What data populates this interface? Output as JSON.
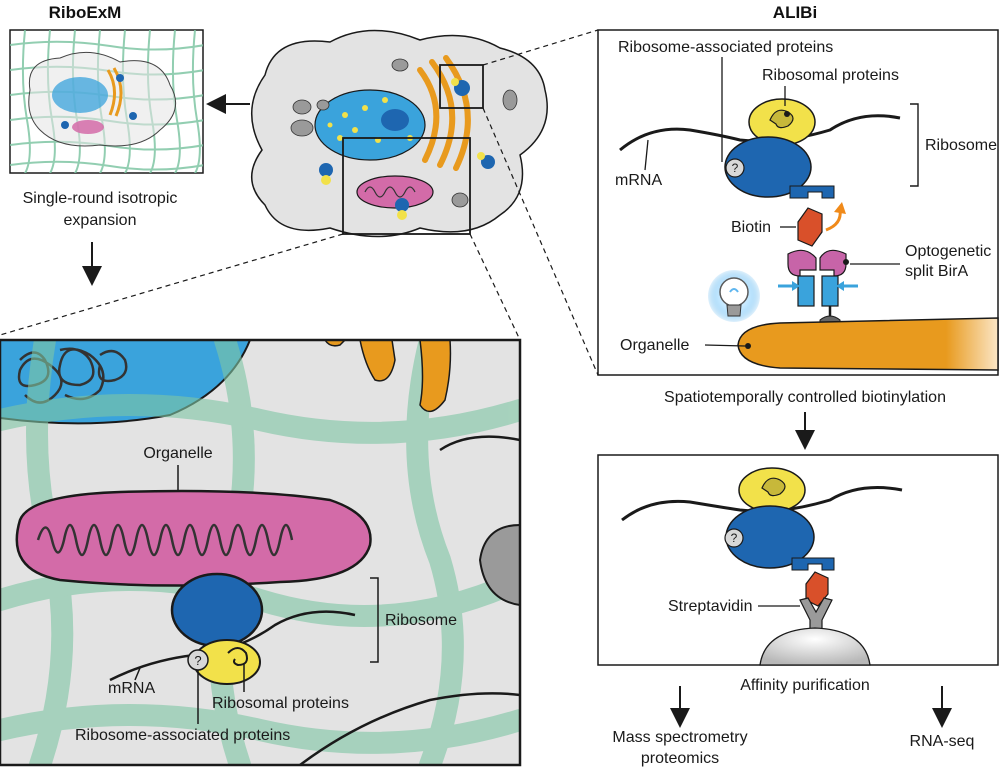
{
  "riboexm": {
    "title": "RiboExM",
    "caption_line1": "Single-round isotropic",
    "caption_line2": "expansion"
  },
  "alibi": {
    "title": "ALIBi",
    "top_panel": {
      "ribosome_associated_proteins": "Ribosome-associated proteins",
      "ribosomal_proteins": "Ribosomal proteins",
      "mrna": "mRNA",
      "ribosome": "Ribosome",
      "biotin": "Biotin",
      "optogenetic_line1": "Optogenetic",
      "optogenetic_line2": "split BirA",
      "organelle": "Organelle",
      "question_mark": "?"
    },
    "top_caption": "Spatiotemporally controlled biotinylation",
    "bottom_panel": {
      "streptavidin": "Streptavidin",
      "question_mark": "?"
    },
    "bottom_caption": "Affinity purification",
    "outputs": {
      "mass_spec_line1": "Mass spectrometry",
      "mass_spec_line2": "proteomics",
      "rna_seq": "RNA-seq"
    }
  },
  "zoom_panel": {
    "organelle": "Organelle",
    "ribosome": "Ribosome",
    "mrna": "mRNA",
    "ribosomal_proteins": "Ribosomal proteins",
    "ribosome_associated_proteins": "Ribosome-associated proteins",
    "question_mark": "?"
  },
  "colors": {
    "nucleus_blue": "#3aa3dc",
    "ribosome_blue": "#1e66b0",
    "protein_yellow": "#f2e14a",
    "mito_pink": "#d36ba8",
    "er_orange": "#e89a1e",
    "gel_green": "#7fc6a4",
    "cell_gray": "#e3e3e3",
    "biotin_red": "#d9502a",
    "birA_pink": "#c764a8"
  }
}
